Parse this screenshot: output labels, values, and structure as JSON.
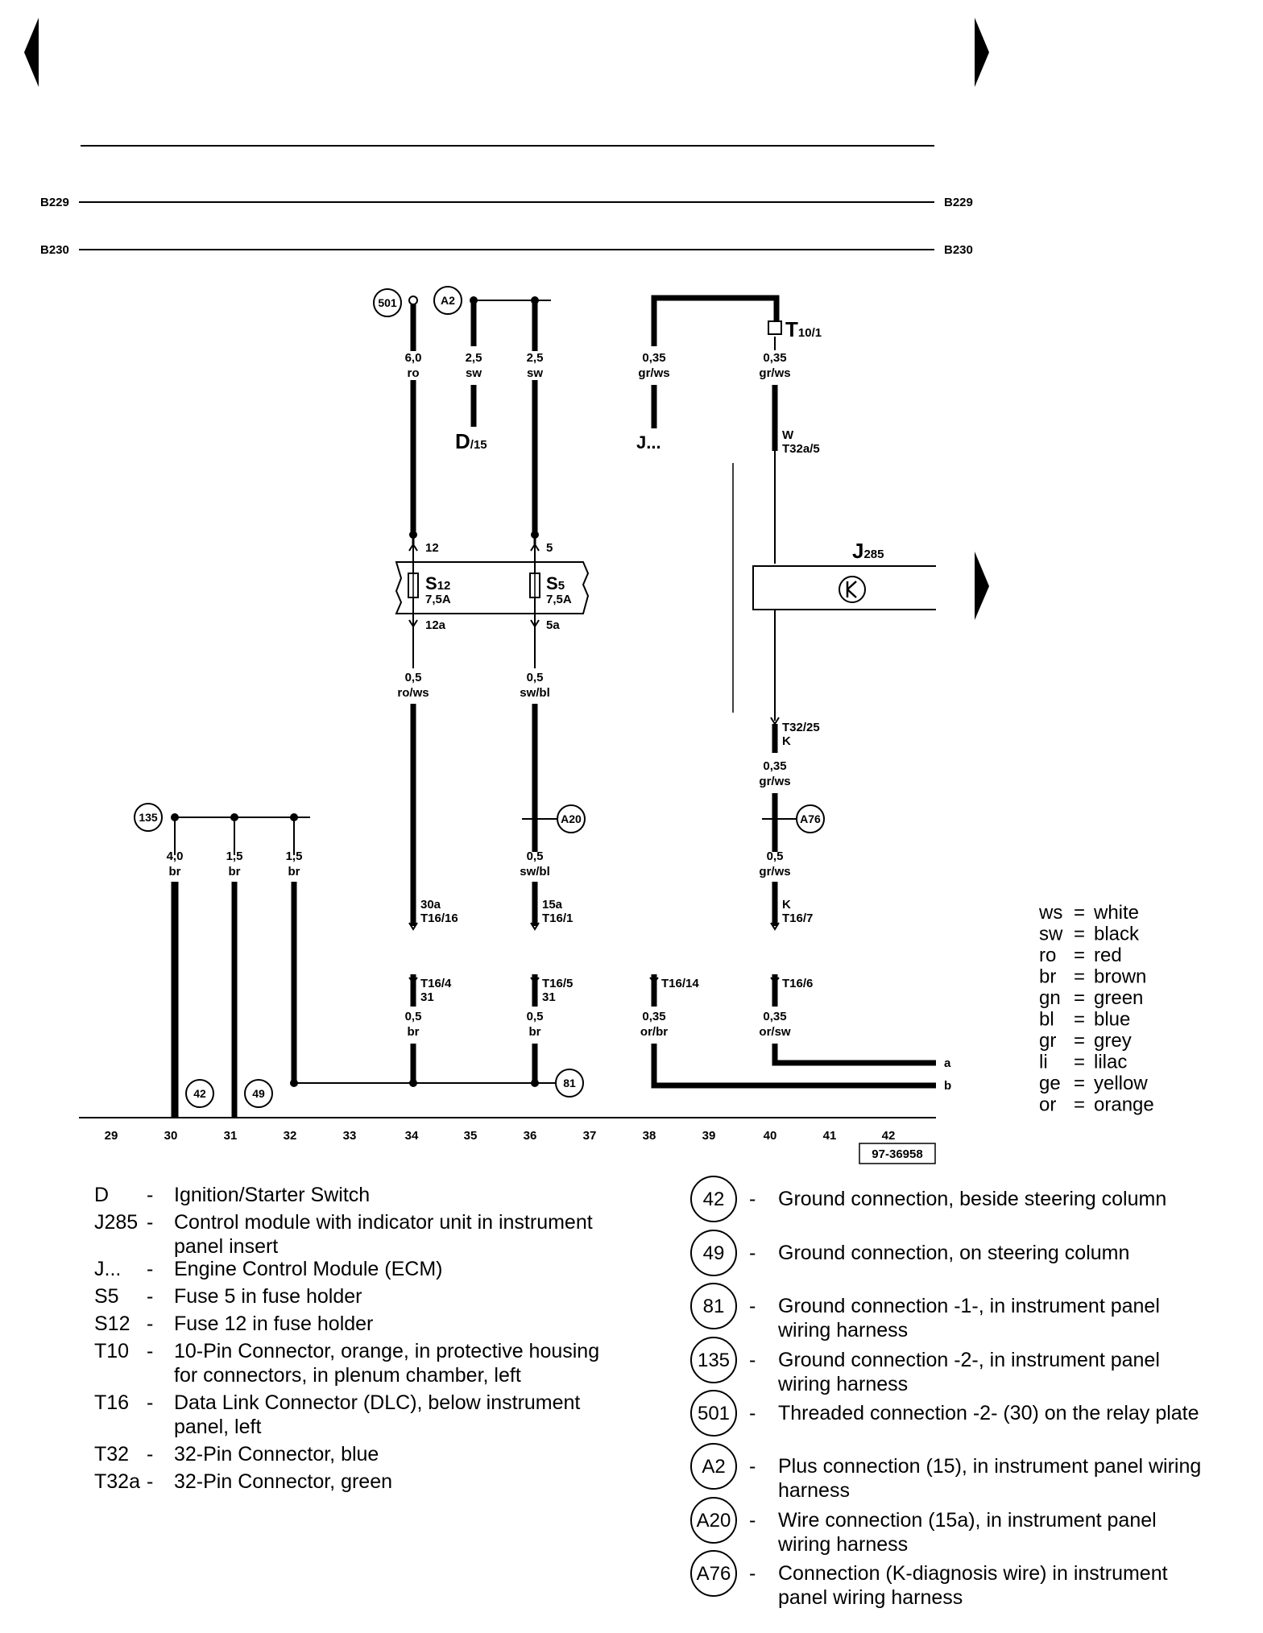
{
  "buses": [
    {
      "label": "B229"
    },
    {
      "label": "B230"
    }
  ],
  "ground_bus_numbers": [
    "29",
    "30",
    "31",
    "32",
    "33",
    "34",
    "35",
    "36",
    "37",
    "38",
    "39",
    "40",
    "41",
    "42"
  ],
  "figure_id": "97-36958",
  "nodes": {
    "n501": "501",
    "A2": "A2",
    "n135": "135",
    "A20": "A20",
    "A76": "A76",
    "n42": "42",
    "n49": "49",
    "n81": "81"
  },
  "wires": {
    "w501": {
      "size": "6,0",
      "color": "ro"
    },
    "wD": {
      "size": "2,5",
      "color": "sw"
    },
    "wA2": {
      "size": "2,5",
      "color": "sw"
    },
    "wJ": {
      "size": "0,35",
      "color": "gr/ws"
    },
    "wT10": {
      "size": "0,35",
      "color": "gr/ws"
    },
    "w12a": {
      "size": "0,5",
      "color": "ro/ws"
    },
    "w5a": {
      "size": "0,5",
      "color": "sw/bl"
    },
    "wK1": {
      "size": "0,35",
      "color": "gr/ws"
    },
    "wA20": {
      "size": "0,5",
      "color": "sw/bl"
    },
    "wA76": {
      "size": "0,5",
      "color": "gr/ws"
    },
    "w30": {
      "size": "4,0",
      "color": "br"
    },
    "w31": {
      "size": "1,5",
      "color": "br"
    },
    "w32": {
      "size": "1,5",
      "color": "br"
    },
    "wT164": {
      "size": "0,5",
      "color": "br"
    },
    "wT165": {
      "size": "0,5",
      "color": "br"
    },
    "wT1614": {
      "size": "0,35",
      "color": "or/br"
    },
    "wT166": {
      "size": "0,35",
      "color": "or/sw"
    }
  },
  "components": {
    "D": {
      "main": "D",
      "sub": "/15"
    },
    "J": {
      "main": "J..."
    },
    "T10": {
      "main": "T",
      "sub": "10/1"
    },
    "J285": {
      "main": "J",
      "sub": "285"
    },
    "S12": {
      "main": "S",
      "sub": "12",
      "rating": "7,5A",
      "pin_in": "12",
      "pin_out": "12a"
    },
    "S5": {
      "main": "S",
      "sub": "5",
      "rating": "7,5A",
      "pin_in": "5",
      "pin_out": "5a"
    }
  },
  "pins": {
    "T32a5_a": "W",
    "T32a5_b": "T32a/5",
    "T3225_a": "T32/25",
    "T3225_b": "K",
    "T1616_a": "30a",
    "T1616_b": "T16/16",
    "T161_a": "15a",
    "T161_b": "T16/1",
    "T167_a": "K",
    "T167_b": "T16/7",
    "T164_a": "T16/4",
    "T164_b": "31",
    "T165_a": "T16/5",
    "T165_b": "31",
    "T1614": "T16/14",
    "T166": "T16/6",
    "ta": "a",
    "tb": "b"
  },
  "color_legend": [
    {
      "code": "ws",
      "name": "white"
    },
    {
      "code": "sw",
      "name": "black"
    },
    {
      "code": "ro",
      "name": "red"
    },
    {
      "code": "br",
      "name": "brown"
    },
    {
      "code": "gn",
      "name": "green"
    },
    {
      "code": "bl",
      "name": "blue"
    },
    {
      "code": "gr",
      "name": "grey"
    },
    {
      "code": "li",
      "name": "lilac"
    },
    {
      "code": "ge",
      "name": "yellow"
    },
    {
      "code": "or",
      "name": "orange"
    }
  ],
  "component_legend": [
    {
      "code": "D",
      "lines": [
        "Ignition/Starter Switch"
      ]
    },
    {
      "code": "J285",
      "lines": [
        "Control module with indicator unit in instrument",
        "panel insert"
      ]
    },
    {
      "code": "J...",
      "lines": [
        "Engine Control Module (ECM)"
      ]
    },
    {
      "code": "S5",
      "lines": [
        "Fuse 5 in fuse holder"
      ]
    },
    {
      "code": "S12",
      "lines": [
        "Fuse 12 in fuse holder"
      ]
    },
    {
      "code": "T10",
      "lines": [
        "10-Pin Connector, orange, in protective housing",
        "for connectors, in plenum chamber, left"
      ]
    },
    {
      "code": "T16",
      "lines": [
        "Data Link Connector (DLC), below instrument",
        "panel, left"
      ]
    },
    {
      "code": "T32",
      "lines": [
        "32-Pin Connector, blue"
      ]
    },
    {
      "code": "T32a",
      "lines": [
        "32-Pin Connector, green"
      ]
    }
  ],
  "connection_legend": [
    {
      "id": "42",
      "lines": [
        "Ground connection, beside steering column"
      ]
    },
    {
      "id": "49",
      "lines": [
        "Ground connection, on steering column"
      ]
    },
    {
      "id": "81",
      "lines": [
        "Ground connection -1-, in instrument panel",
        "wiring harness"
      ]
    },
    {
      "id": "135",
      "lines": [
        "Ground connection -2-, in instrument panel",
        "wiring harness"
      ]
    },
    {
      "id": "501",
      "lines": [
        "Threaded connection -2- (30) on the relay plate"
      ]
    },
    {
      "id": "A2",
      "lines": [
        "Plus connection (15), in instrument panel wiring",
        "harness"
      ]
    },
    {
      "id": "A20",
      "lines": [
        "Wire connection (15a), in instrument panel",
        "wiring harness"
      ]
    },
    {
      "id": "A76",
      "lines": [
        "Connection (K-diagnosis wire) in instrument",
        "panel wiring harness"
      ]
    }
  ],
  "dash": "-",
  "eq": "="
}
